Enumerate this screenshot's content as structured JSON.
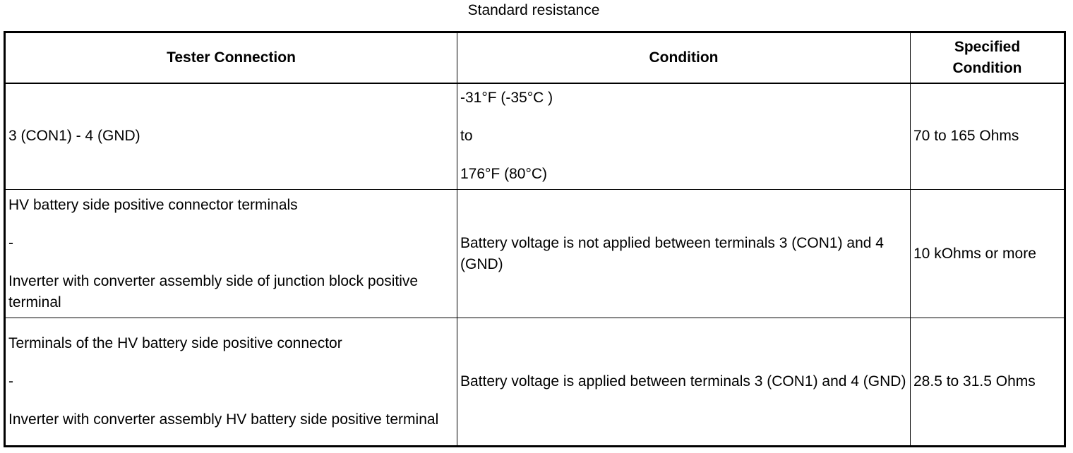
{
  "caption": "Standard resistance",
  "table": {
    "headers": {
      "tester_connection": "Tester Connection",
      "condition": "Condition",
      "specified_condition_line1": "Specified",
      "specified_condition_line2": "Condition"
    },
    "rows": [
      {
        "tester_connection": [
          "3 (CON1) - 4 (GND)"
        ],
        "condition": [
          "-31°F (-35°C )",
          "to",
          "176°F (80°C)"
        ],
        "specified": "70 to 165 Ohms"
      },
      {
        "tester_connection": [
          "HV battery side positive connector terminals",
          "-",
          "Inverter with converter assembly side of junction block positive terminal"
        ],
        "condition": [
          "Battery voltage is not applied between terminals 3 (CON1) and 4 (GND)"
        ],
        "specified": "10 kOhms or more"
      },
      {
        "tester_connection": [
          "Terminals of the HV battery side positive connector",
          "-",
          "Inverter with converter assembly HV battery side positive terminal"
        ],
        "condition": [
          "Battery voltage is applied between terminals 3 (CON1) and 4 (GND)"
        ],
        "specified": "28.5 to 31.5 Ohms"
      }
    ]
  }
}
